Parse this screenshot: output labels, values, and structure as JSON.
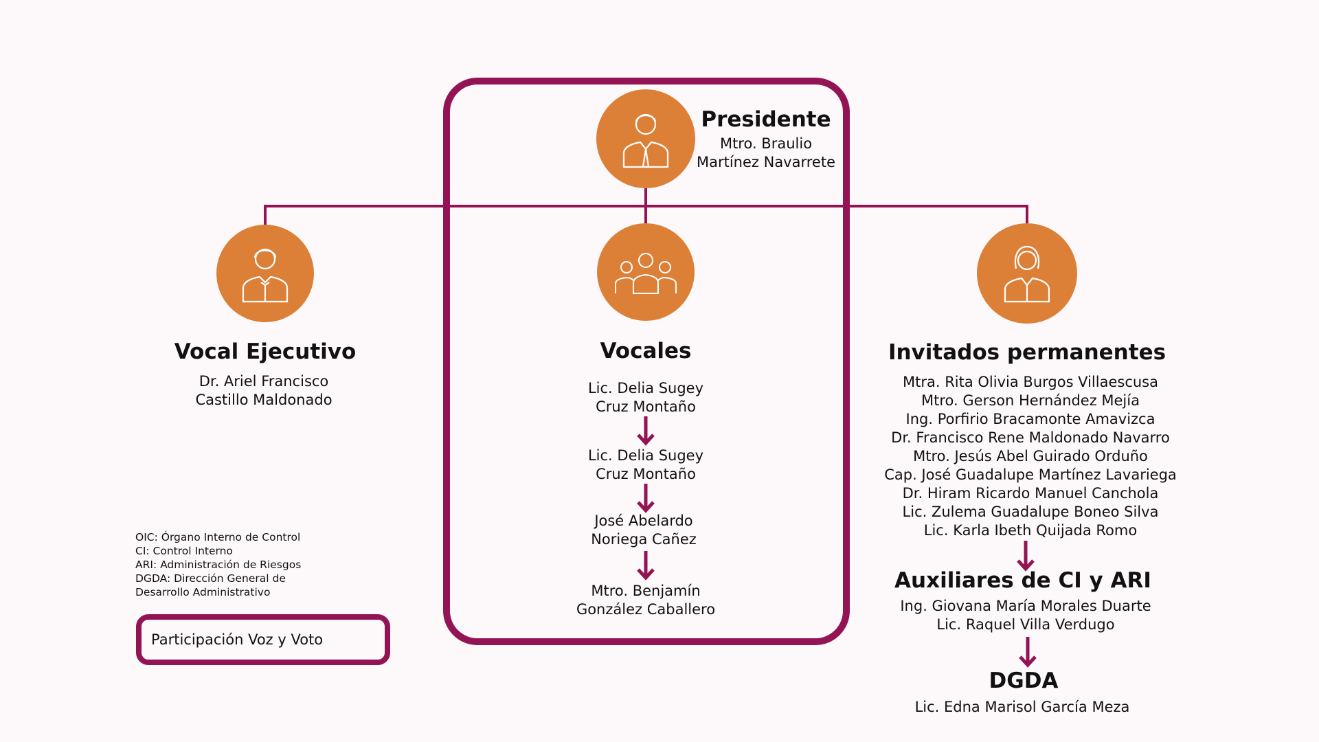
{
  "presidente": {
    "title": "Presidente",
    "names": [
      "Mtro. Braulio",
      "Martínez Navarrete"
    ]
  },
  "vocal_ejecutivo": {
    "title": "Vocal Ejecutivo",
    "names": [
      "Dr. Ariel Francisco",
      "Castillo Maldonado"
    ]
  },
  "vocales": {
    "title": "Vocales",
    "members": [
      [
        "Lic. Delia Sugey",
        "Cruz Montaño"
      ],
      [
        "Lic. Delia Sugey",
        "Cruz Montaño"
      ],
      [
        "José Abelardo",
        "Noriega Cañez"
      ],
      [
        "Mtro. Benjamín",
        "González Caballero"
      ]
    ]
  },
  "invitados": {
    "title": "Invitados permanentes",
    "names": [
      "Mtra. Rita Olivia Burgos Villaescusa",
      "Mtro. Gerson Hernández Mejía",
      "Ing. Porfirio Bracamonte Amavizca",
      "Dr. Francisco Rene Maldonado Navarro",
      "Mtro. Jesús Abel Guirado Orduño",
      "Cap. José Guadalupe Martínez Lavariega",
      "Dr. Hiram Ricardo Manuel Canchola",
      "Lic. Zulema Guadalupe Boneo Silva",
      "Lic. Karla Ibeth Quijada Romo"
    ]
  },
  "auxiliares": {
    "title": "Auxiliares de CI y ARI",
    "names": [
      "Ing. Giovana María Morales Duarte",
      "Lic. Raquel Villa Verdugo"
    ]
  },
  "dgda": {
    "title": "DGDA",
    "names": [
      "Lic. Edna Marisol García Meza"
    ]
  },
  "legend": {
    "lines": [
      "OIC: Órgano Interno de Control",
      "CI: Control Interno",
      "ARI: Administración de Riesgos",
      "DGDA: Dirección General de",
      "Desarrollo Administrativo"
    ],
    "box_label": "Participación Voz y Voto"
  },
  "colors": {
    "accent": "#931454",
    "orange": "#dc8038"
  }
}
